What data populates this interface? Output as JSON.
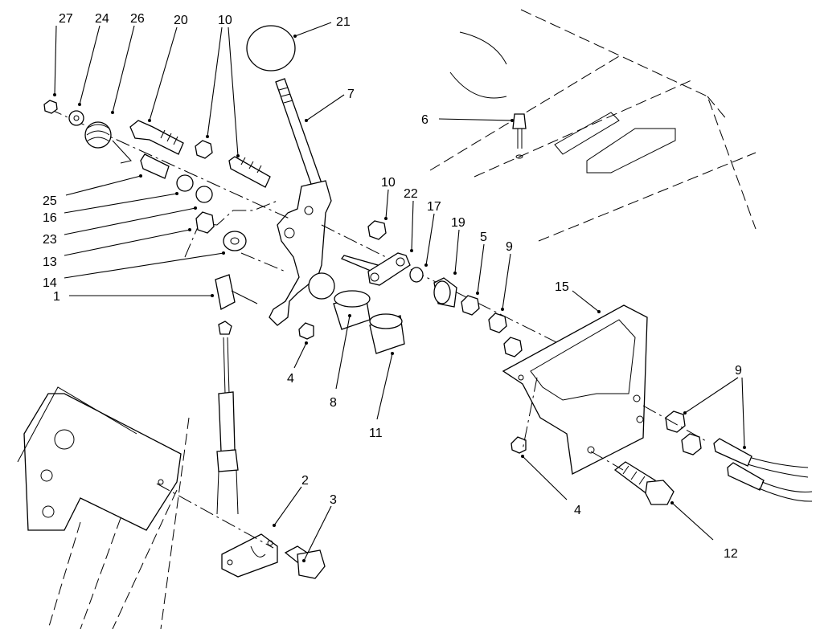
{
  "callouts": [
    {
      "id": "27",
      "text": "27"
    },
    {
      "id": "24",
      "text": "24"
    },
    {
      "id": "26",
      "text": "26"
    },
    {
      "id": "20",
      "text": "20"
    },
    {
      "id": "10a",
      "text": "10"
    },
    {
      "id": "21",
      "text": "21"
    },
    {
      "id": "7",
      "text": "7"
    },
    {
      "id": "6",
      "text": "6"
    },
    {
      "id": "10b",
      "text": "10"
    },
    {
      "id": "22",
      "text": "22"
    },
    {
      "id": "17",
      "text": "17"
    },
    {
      "id": "19",
      "text": "19"
    },
    {
      "id": "5",
      "text": "5"
    },
    {
      "id": "9a",
      "text": "9"
    },
    {
      "id": "15",
      "text": "15"
    },
    {
      "id": "25",
      "text": "25"
    },
    {
      "id": "16",
      "text": "16"
    },
    {
      "id": "23",
      "text": "23"
    },
    {
      "id": "13",
      "text": "13"
    },
    {
      "id": "14",
      "text": "14"
    },
    {
      "id": "1",
      "text": "1"
    },
    {
      "id": "4a",
      "text": "4"
    },
    {
      "id": "8",
      "text": "8"
    },
    {
      "id": "11",
      "text": "11"
    },
    {
      "id": "9b",
      "text": "9"
    },
    {
      "id": "2",
      "text": "2"
    },
    {
      "id": "3",
      "text": "3"
    },
    {
      "id": "4b",
      "text": "4"
    },
    {
      "id": "12",
      "text": "12"
    }
  ]
}
